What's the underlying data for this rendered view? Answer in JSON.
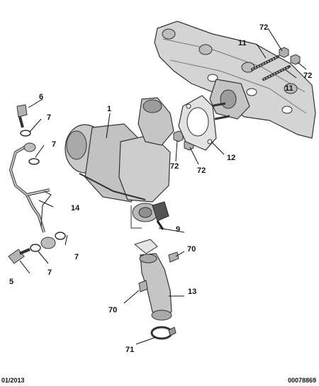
{
  "callouts": {
    "c1": "1",
    "c5": "5",
    "c6": "6",
    "c7a": "7",
    "c7b": "7",
    "c7c": "7",
    "c7d": "7",
    "c9": "9",
    "c11a": "11",
    "c11b": "11",
    "c12": "12",
    "c13": "13",
    "c14": "14",
    "c70a": "70",
    "c70b": "70",
    "c71": "71",
    "c72a": "72",
    "c72b": "72",
    "c72c": "72",
    "c72d": "72"
  },
  "footer": {
    "date": "01/2013",
    "reference": "00078869"
  },
  "colors": {
    "part_fill": "#c9c9c9",
    "part_dark": "#9a9a9a",
    "outline": "#333333",
    "leader": "#111111"
  }
}
